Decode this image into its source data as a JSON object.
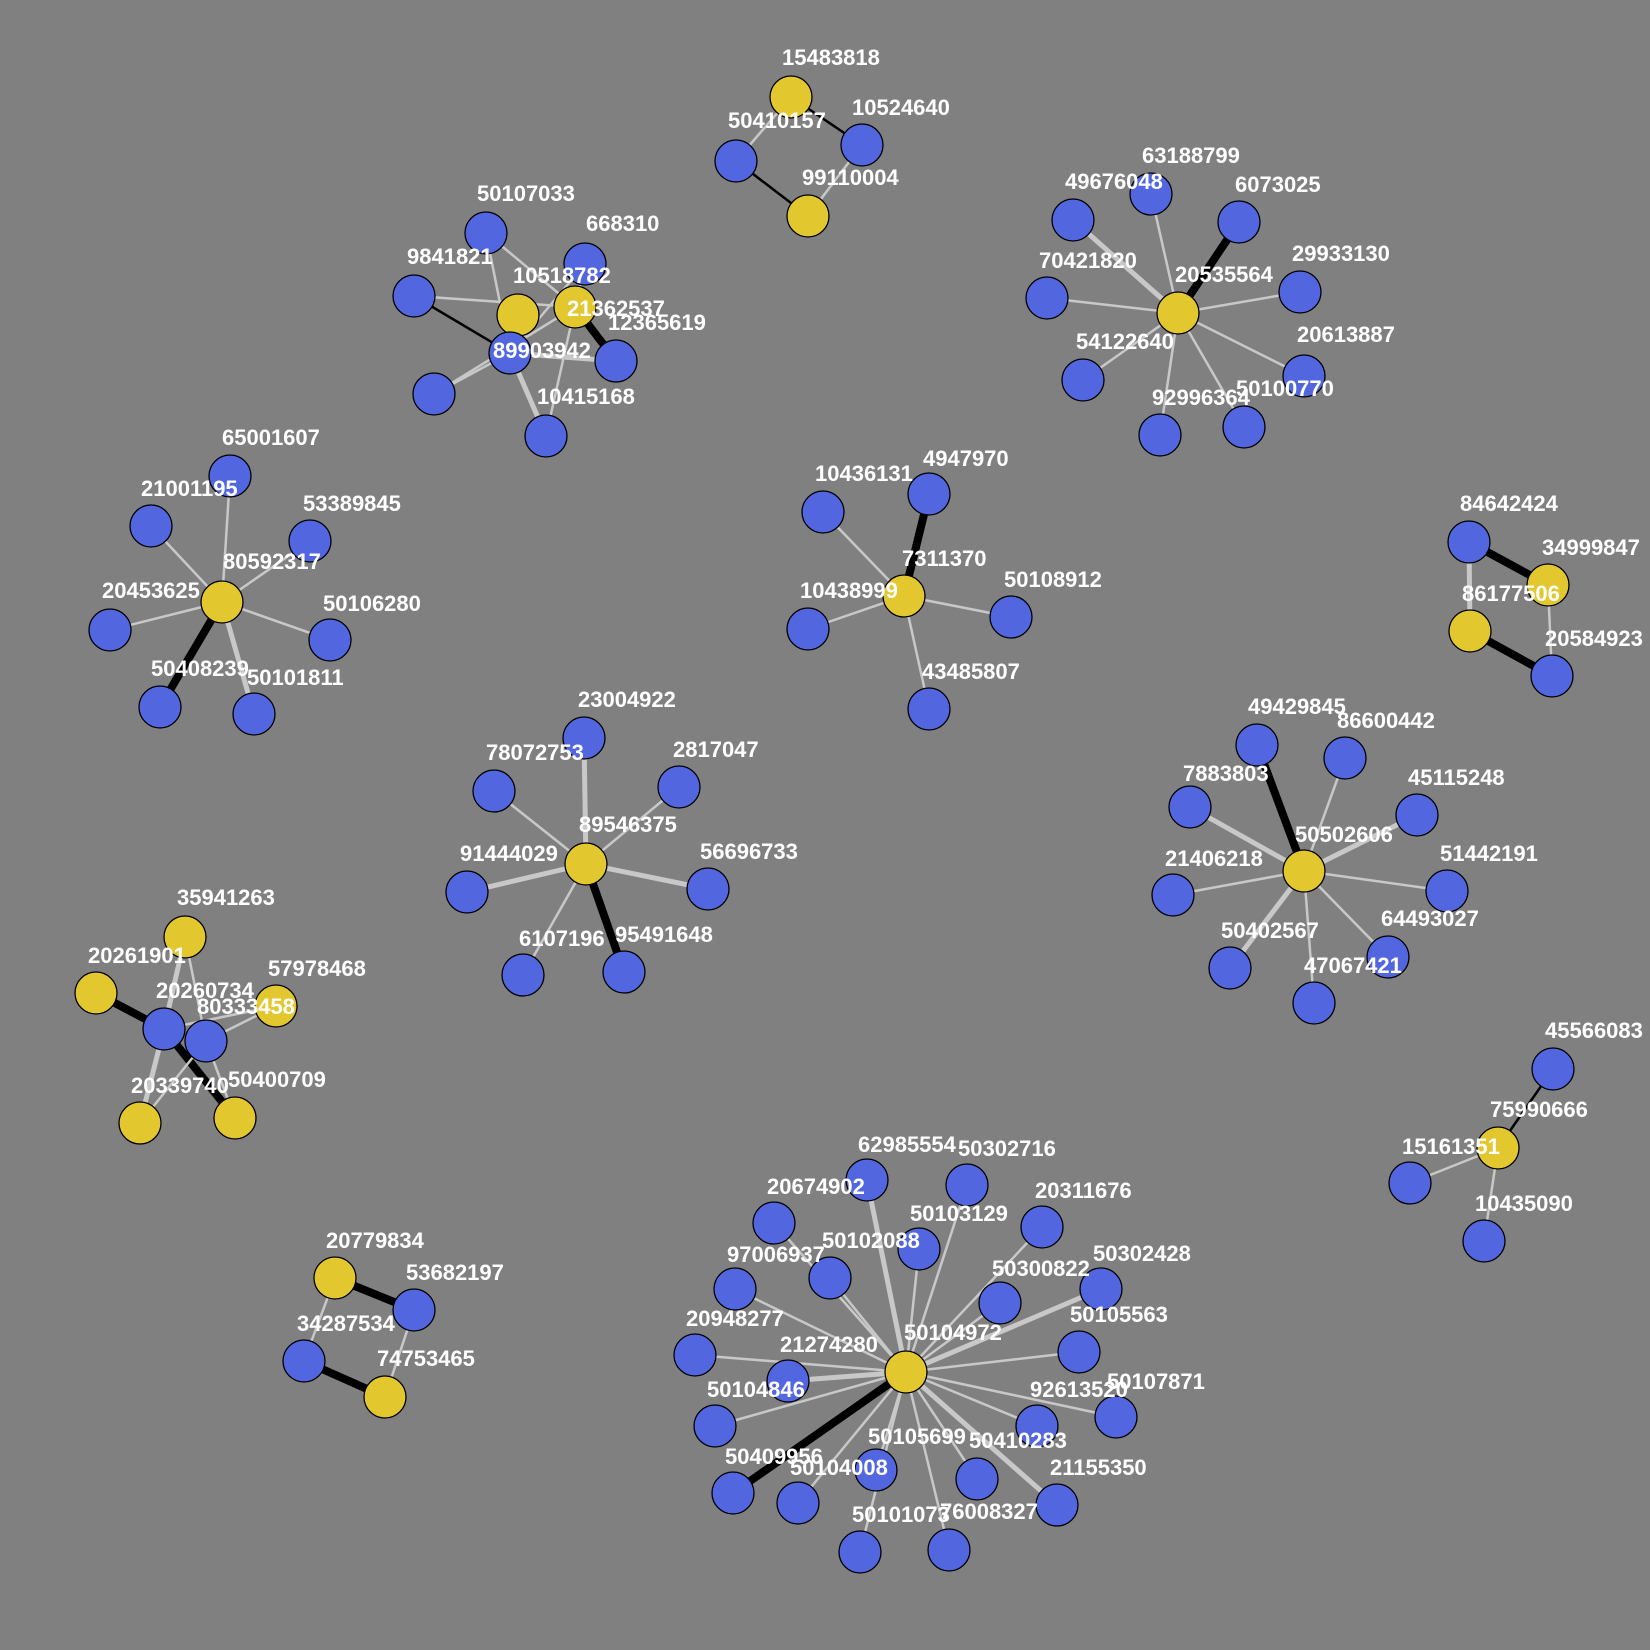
{
  "colors": {
    "background": "#808080",
    "node_yellow": "#E2C72F",
    "node_blue": "#5266E0",
    "edge_black": "#000000",
    "edge_light": "#C8C8C8",
    "label": "#FFFFFF"
  },
  "clusters": [
    {
      "id": "c1",
      "nodes": [
        {
          "id": "n1a",
          "label": "15483818",
          "color": "yellow"
        },
        {
          "id": "n1b",
          "label": "10524640",
          "color": "blue"
        },
        {
          "id": "n1c",
          "label": "50410157",
          "color": "blue"
        },
        {
          "id": "n1d",
          "label": "99110004",
          "color": "yellow"
        }
      ]
    },
    {
      "id": "c2",
      "nodes": [
        {
          "id": "n2a",
          "label": "50107033",
          "color": "blue"
        },
        {
          "id": "n2b",
          "label": "668310",
          "color": "blue"
        },
        {
          "id": "n2c",
          "label": "9841821",
          "color": "blue"
        },
        {
          "id": "n2d",
          "label": "10518782",
          "color": "yellow"
        },
        {
          "id": "n2e",
          "label": "21362537",
          "color": "yellow"
        },
        {
          "id": "n2f",
          "label": "12365619",
          "color": "blue"
        },
        {
          "id": "n2g",
          "label": "89903942",
          "color": "blue"
        },
        {
          "id": "n2h",
          "label": "10415168",
          "color": "blue"
        }
      ]
    },
    {
      "id": "c3",
      "nodes": [
        {
          "id": "n3a",
          "label": "63188799",
          "color": "blue"
        },
        {
          "id": "n3b",
          "label": "49676048",
          "color": "blue"
        },
        {
          "id": "n3c",
          "label": "6073025",
          "color": "blue"
        },
        {
          "id": "n3d",
          "label": "70421820",
          "color": "blue"
        },
        {
          "id": "n3e",
          "label": "20535564",
          "color": "yellow"
        },
        {
          "id": "n3f",
          "label": "29933130",
          "color": "blue"
        },
        {
          "id": "n3g",
          "label": "20613887",
          "color": "blue"
        },
        {
          "id": "n3h",
          "label": "54122640",
          "color": "blue"
        },
        {
          "id": "n3i",
          "label": "92996364",
          "color": "blue"
        },
        {
          "id": "n3j",
          "label": "50100770",
          "color": "blue"
        }
      ]
    },
    {
      "id": "c4",
      "nodes": [
        {
          "id": "n4a",
          "label": "65001607",
          "color": "blue"
        },
        {
          "id": "n4b",
          "label": "21001195",
          "color": "blue"
        },
        {
          "id": "n4c",
          "label": "53389845",
          "color": "blue"
        },
        {
          "id": "n4d",
          "label": "80592317",
          "color": "yellow"
        },
        {
          "id": "n4e",
          "label": "20453625",
          "color": "blue"
        },
        {
          "id": "n4f",
          "label": "50106280",
          "color": "blue"
        },
        {
          "id": "n4g",
          "label": "50408239",
          "color": "blue"
        },
        {
          "id": "n4h",
          "label": "50101811",
          "color": "blue"
        }
      ]
    },
    {
      "id": "c5",
      "nodes": [
        {
          "id": "n5a",
          "label": "10436131",
          "color": "blue"
        },
        {
          "id": "n5b",
          "label": "4947970",
          "color": "blue"
        },
        {
          "id": "n5c",
          "label": "7311370",
          "color": "yellow"
        },
        {
          "id": "n5d",
          "label": "10438999",
          "color": "blue"
        },
        {
          "id": "n5e",
          "label": "50108912",
          "color": "blue"
        },
        {
          "id": "n5f",
          "label": "43485807",
          "color": "blue"
        }
      ]
    },
    {
      "id": "c6",
      "nodes": [
        {
          "id": "n6a",
          "label": "84642424",
          "color": "blue"
        },
        {
          "id": "n6b",
          "label": "34999847",
          "color": "yellow"
        },
        {
          "id": "n6c",
          "label": "86177506",
          "color": "yellow"
        },
        {
          "id": "n6d",
          "label": "20584923",
          "color": "blue"
        }
      ]
    },
    {
      "id": "c7",
      "nodes": [
        {
          "id": "n7a",
          "label": "23004922",
          "color": "blue"
        },
        {
          "id": "n7b",
          "label": "78072753",
          "color": "blue"
        },
        {
          "id": "n7c",
          "label": "2817047",
          "color": "blue"
        },
        {
          "id": "n7d",
          "label": "89546375",
          "color": "yellow"
        },
        {
          "id": "n7e",
          "label": "91444029",
          "color": "blue"
        },
        {
          "id": "n7f",
          "label": "56696733",
          "color": "blue"
        },
        {
          "id": "n7g",
          "label": "6107196",
          "color": "blue"
        },
        {
          "id": "n7h",
          "label": "95491648",
          "color": "blue"
        }
      ]
    },
    {
      "id": "c8",
      "nodes": [
        {
          "id": "n8a",
          "label": "49429845",
          "color": "blue"
        },
        {
          "id": "n8b",
          "label": "86600442",
          "color": "blue"
        },
        {
          "id": "n8c",
          "label": "7883803",
          "color": "blue"
        },
        {
          "id": "n8d",
          "label": "45115248",
          "color": "blue"
        },
        {
          "id": "n8e",
          "label": "50502606",
          "color": "yellow"
        },
        {
          "id": "n8f",
          "label": "21406218",
          "color": "blue"
        },
        {
          "id": "n8g",
          "label": "51442191",
          "color": "blue"
        },
        {
          "id": "n8h",
          "label": "64493027",
          "color": "blue"
        },
        {
          "id": "n8i",
          "label": "50402567",
          "color": "blue"
        },
        {
          "id": "n8j",
          "label": "47067421",
          "color": "blue"
        }
      ]
    },
    {
      "id": "c9",
      "nodes": [
        {
          "id": "n9a",
          "label": "35941263",
          "color": "yellow"
        },
        {
          "id": "n9b",
          "label": "20261901",
          "color": "yellow"
        },
        {
          "id": "n9c",
          "label": "57978468",
          "color": "yellow"
        },
        {
          "id": "n9d",
          "label": "20260734",
          "color": "blue"
        },
        {
          "id": "n9e",
          "label": "80333458",
          "color": "blue"
        },
        {
          "id": "n9f",
          "label": "20339740",
          "color": "yellow"
        },
        {
          "id": "n9g",
          "label": "50400709",
          "color": "yellow"
        }
      ]
    },
    {
      "id": "c10",
      "nodes": [
        {
          "id": "n10a",
          "label": "45566083",
          "color": "blue"
        },
        {
          "id": "n10b",
          "label": "75990666",
          "color": "yellow"
        },
        {
          "id": "n10c",
          "label": "15161351",
          "color": "blue"
        },
        {
          "id": "n10d",
          "label": "10435090",
          "color": "blue"
        }
      ]
    },
    {
      "id": "c11",
      "nodes": [
        {
          "id": "n11a",
          "label": "20779834",
          "color": "yellow"
        },
        {
          "id": "n11b",
          "label": "53682197",
          "color": "blue"
        },
        {
          "id": "n11c",
          "label": "34287534",
          "color": "blue"
        },
        {
          "id": "n11d",
          "label": "74753465",
          "color": "yellow"
        }
      ]
    },
    {
      "id": "c12",
      "nodes": [
        {
          "id": "n12a",
          "label": "62985554",
          "color": "blue"
        },
        {
          "id": "n12b",
          "label": "50302716",
          "color": "blue"
        },
        {
          "id": "n12c",
          "label": "20674902",
          "color": "blue"
        },
        {
          "id": "n12d",
          "label": "20311676",
          "color": "blue"
        },
        {
          "id": "n12e",
          "label": "50103129",
          "color": "blue"
        },
        {
          "id": "n12f",
          "label": "50102088",
          "color": "blue"
        },
        {
          "id": "n12g",
          "label": "97006937",
          "color": "blue"
        },
        {
          "id": "n12h",
          "label": "50302428",
          "color": "blue"
        },
        {
          "id": "n12i",
          "label": "50300822",
          "color": "blue"
        },
        {
          "id": "n12j",
          "label": "20948277",
          "color": "blue"
        },
        {
          "id": "n12k",
          "label": "50105563",
          "color": "blue"
        },
        {
          "id": "n12l",
          "label": "21274280",
          "color": "blue"
        },
        {
          "id": "n12m",
          "label": "50104972",
          "color": "yellow"
        },
        {
          "id": "n12n",
          "label": "50104846",
          "color": "blue"
        },
        {
          "id": "n12o",
          "label": "50107871",
          "color": "blue"
        },
        {
          "id": "n12p",
          "label": "92613520",
          "color": "blue"
        },
        {
          "id": "n12q",
          "label": "50409956",
          "color": "blue"
        },
        {
          "id": "n12r",
          "label": "50104008",
          "color": "blue"
        },
        {
          "id": "n12s",
          "label": "50105699",
          "color": "blue"
        },
        {
          "id": "n12t",
          "label": "50410283",
          "color": "blue"
        },
        {
          "id": "n12u",
          "label": "21155350",
          "color": "blue"
        },
        {
          "id": "n12v",
          "label": "50101073",
          "color": "blue"
        },
        {
          "id": "n12w",
          "label": "76008327",
          "color": "blue"
        }
      ]
    }
  ]
}
